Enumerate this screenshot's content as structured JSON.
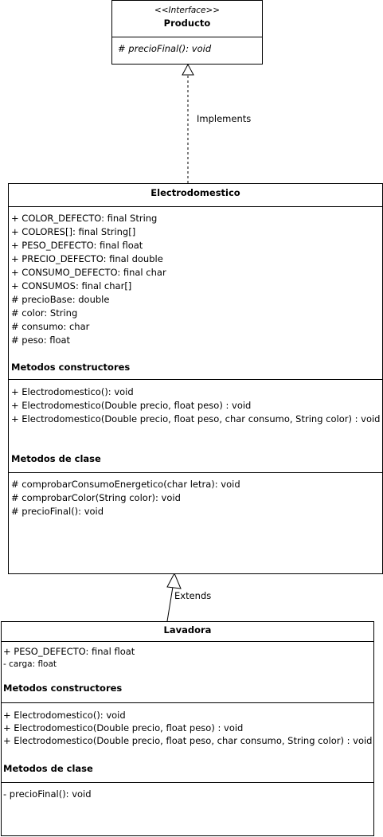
{
  "producto": {
    "stereotype": "<<Interface>>",
    "name": "Producto",
    "methods": [
      "# precioFinal(): void"
    ]
  },
  "relations": {
    "implements": "Implements",
    "extends": "Extends"
  },
  "electrodomestico": {
    "name": "Electrodomestico",
    "attributes": [
      "+ COLOR_DEFECTO: final String",
      "+ COLORES[]: final String[]",
      "+ PESO_DEFECTO: final float",
      "+ PRECIO_DEFECTO: final double",
      "+ CONSUMO_DEFECTO: final char",
      "+ CONSUMOS: final char[]",
      "# precioBase: double",
      "# color: String",
      "# consumo: char",
      "# peso: float"
    ],
    "constructors_heading": "Metodos constructores",
    "constructors": [
      "+ Electrodomestico(): void",
      "+ Electrodomestico(Double precio, float peso) : void",
      "+ Electrodomestico(Double precio, float peso, char consumo, String color) : void"
    ],
    "methods_heading": "Metodos de clase",
    "methods": [
      "# comprobarConsumoEnergetico(char letra): void",
      "# comprobarColor(String color): void",
      "# precioFinal(): void"
    ]
  },
  "lavadora": {
    "name": "Lavadora",
    "attributes": [
      "+ PESO_DEFECTO: final float",
      "- carga: float"
    ],
    "constructors_heading": "Metodos constructores",
    "constructors": [
      "+ Electrodomestico(): void",
      "+ Electrodomestico(Double precio, float peso) : void",
      "+ Electrodomestico(Double precio, float peso, char consumo, String color) : void"
    ],
    "methods_heading": "Metodos de clase",
    "methods": [
      " - precioFinal(): void"
    ]
  }
}
